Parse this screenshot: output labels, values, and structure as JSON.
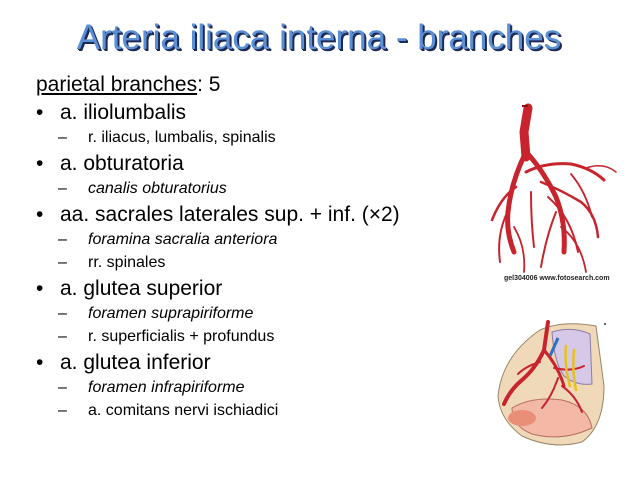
{
  "title": "Arteria iliaca interna - branches",
  "intro": {
    "label": "parietal branches",
    "suffix": ": 5"
  },
  "items": [
    {
      "text": "a. iliolumbalis",
      "subs": [
        {
          "text": "r. iliacus, lumbalis, spinalis",
          "italic": false
        }
      ]
    },
    {
      "text": "a. obturatoria",
      "subs": [
        {
          "text": "canalis obturatorius",
          "italic": true
        }
      ]
    },
    {
      "text": "aa. sacrales laterales sup. + inf. (×2)",
      "subs": [
        {
          "text": "foramina sacralia anteriora",
          "italic": true
        },
        {
          "text": "rr. spinales",
          "italic": false
        }
      ]
    },
    {
      "text": "a. glutea superior",
      "subs": [
        {
          "text": "foramen suprapiriforme",
          "italic": true
        },
        {
          "text": "r. superficialis + profundus",
          "italic": false
        }
      ]
    },
    {
      "text": "a. glutea inferior",
      "subs": [
        {
          "text": "foramen infrapiriforme",
          "italic": true
        },
        {
          "text": "a. comitans nervi ischiadici",
          "italic": false
        }
      ]
    }
  ],
  "watermark": "gel304006 www.fotosearch.com",
  "colors": {
    "title": "#5b8fd6",
    "title_shadow": "#1d2a55",
    "artery": "#c8242d"
  }
}
